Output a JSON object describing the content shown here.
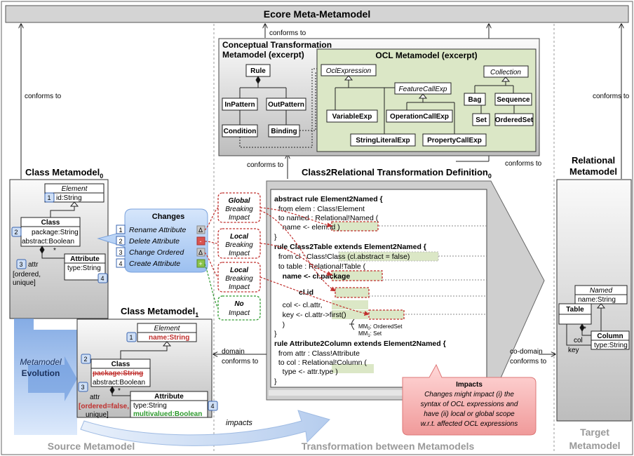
{
  "title": "Ecore Meta-Metamodel",
  "conforms_to": "conforms to",
  "sections": {
    "source": "Source Metamodel",
    "transformation": "Transformation between Metamodels",
    "target_line1": "Target",
    "target_line2": "Metamodel"
  },
  "conceptual": {
    "title_line1": "Conceptual  Transformation",
    "title_line2": "Metamodel (excerpt)",
    "boxes": [
      "Rule",
      "InPattern",
      "OutPattern",
      "Condition",
      "Binding"
    ]
  },
  "ocl": {
    "title": "OCL Metamodel (excerpt)",
    "abstract": [
      "OclExpression",
      "FeatureCallExp",
      "Collection"
    ],
    "boxes": [
      "VariableExp",
      "OperationCallExp",
      "StringLiteralExp",
      "PropertyCallExp",
      "Bag",
      "Sequence",
      "Set",
      "OrderedSet"
    ]
  },
  "class_mm0": {
    "title": "Class Metamodel",
    "sub": "0",
    "element": {
      "name": "Element",
      "attr": "id:String",
      "num": "1"
    },
    "class": {
      "name": "Class",
      "attrs": [
        "package:String",
        "abstract:Boolean"
      ],
      "num": "2"
    },
    "attribute": {
      "name": "Attribute",
      "attr": "type:String",
      "num": "4"
    },
    "assoc": {
      "num": "3",
      "label": "attr",
      "mult": "*",
      "ordered": "[ordered,",
      "unique": "unique]"
    }
  },
  "class_mm1": {
    "title": "Class Metamodel",
    "sub": "1",
    "element": {
      "name": "Element",
      "attr": "name:String",
      "num": "1"
    },
    "class": {
      "name": "Class",
      "attr_deleted": "package:String",
      "attr": "abstract:Boolean",
      "num": "2"
    },
    "attribute": {
      "name": "Attribute",
      "attr": "type:String",
      "attr_new": "multivalued:Boolean",
      "num": "4"
    },
    "assoc": {
      "num": "3",
      "label": "attr",
      "mult": "*",
      "ordered": "[ordered=false,",
      "unique": "unique]"
    }
  },
  "evolution": {
    "line1": "Metamodel",
    "line2": "Evolution"
  },
  "changes": {
    "title": "Changes",
    "items": [
      {
        "num": "1",
        "label": "Rename Attribute",
        "sym": "Δ"
      },
      {
        "num": "2",
        "label": "Delete Attribute",
        "sym": "-"
      },
      {
        "num": "3",
        "label": "Change Ordered",
        "sym": "Δ"
      },
      {
        "num": "4",
        "label": "Create Attribute",
        "sym": "+"
      }
    ]
  },
  "impact_labels": [
    {
      "scope": "Global",
      "l2": "Breaking",
      "l3": "Impact"
    },
    {
      "scope": "Local",
      "l2": "Breaking",
      "l3": "Impact"
    },
    {
      "scope": "Local",
      "l2": "Breaking",
      "l3": "Impact"
    },
    {
      "scope": "No",
      "l2": "Impact",
      "l3": ""
    }
  ],
  "transformation": {
    "title": "Class2Relational Transformation Definition",
    "sub": "0",
    "code": [
      "abstract rule Element2Named {",
      "  from elem : Class!Element",
      "  to named : Relational!Named (",
      "    name <- elem.id )",
      "}",
      "rule Class2Table extends Element2Named {",
      "  from cl : Class!Class (cl.abstract = false)",
      "  to table : Relational!Table (",
      "    name <- cl.package",
      "            cl.id",
      "    col <- cl.attr,",
      "    key <- cl.attr->first()",
      "    )",
      "}",
      "rule Attribute2Column extends Element2Named {",
      "  from attr : Class!Attribute",
      "  to col : Relational!Column (",
      "    type <- attr.type )",
      "}"
    ],
    "mm_note1": "MM",
    "mm_note1b": ": OrderedSet",
    "mm_note2": "MM",
    "mm_note2b": ": Set"
  },
  "domain_conforms": {
    "l1": "domain",
    "l2": "conforms to"
  },
  "codomain_conforms": {
    "l1": "co-domain",
    "l2": "conforms to"
  },
  "impacts_label": "impacts",
  "impacts_box": {
    "title": "Impacts",
    "lines": [
      "Changes might impact (i) the",
      "syntax of OCL expressions and",
      "have (ii) local or global scope",
      "w.r.t. affected OCL expressions"
    ]
  },
  "relational": {
    "title_line1": "Relational",
    "title_line2": "Metamodel",
    "named": {
      "name": "Named",
      "attr": "name:String"
    },
    "table": "Table",
    "column": {
      "name": "Column",
      "attr": "type:String"
    },
    "col": "col",
    "key": "key",
    "star": "*"
  },
  "colors": {
    "green_fill": "#dbe7c6",
    "gray": "#d4d4d4",
    "blue": "#3a64b0",
    "red": "#c0302e",
    "new_green": "#2e9a2e"
  }
}
